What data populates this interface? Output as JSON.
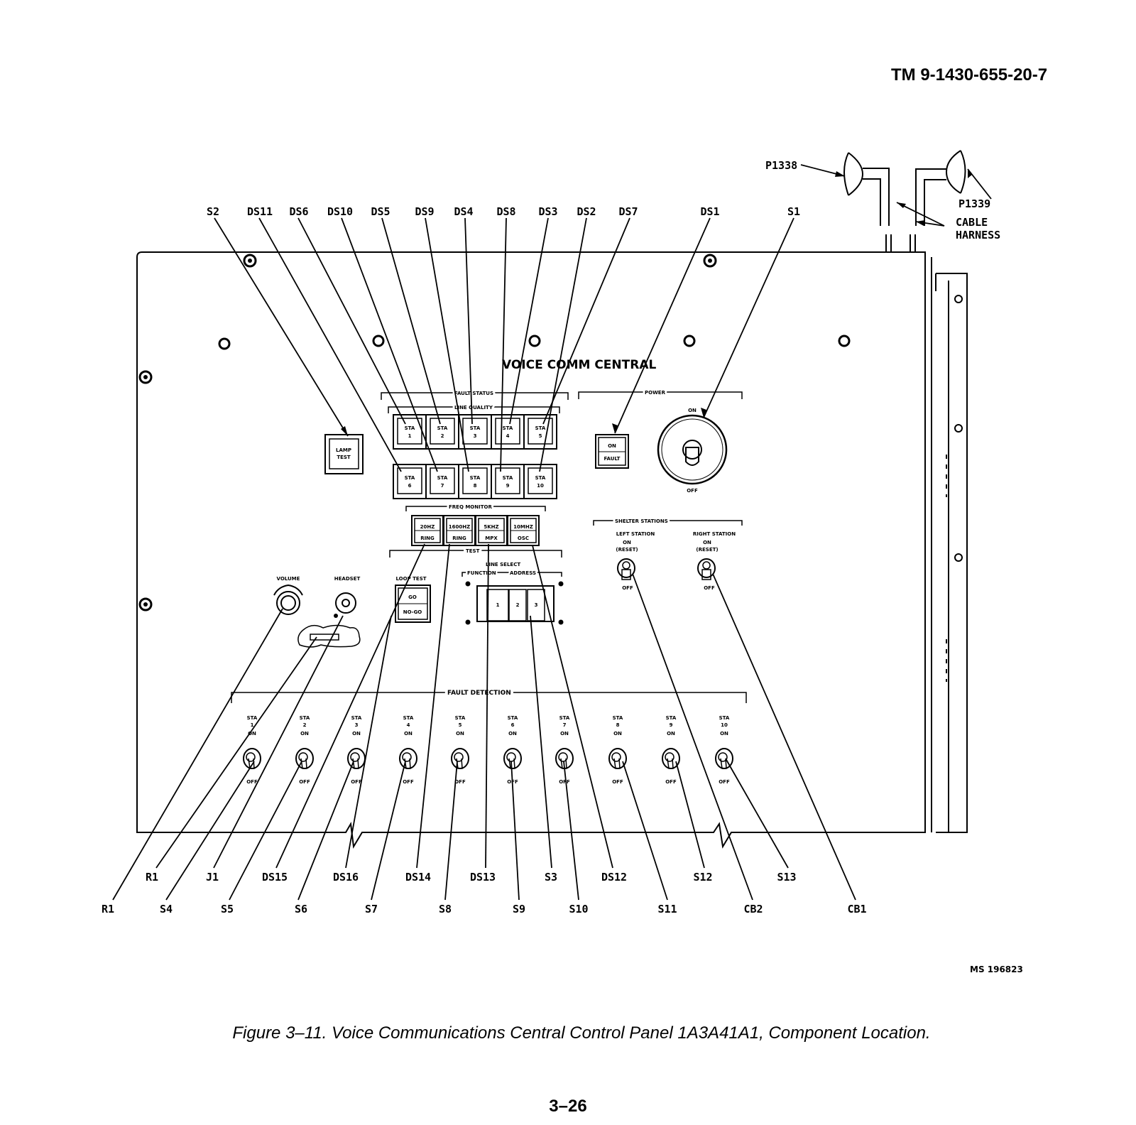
{
  "document": {
    "header": "TM 9-1430-655-20-7",
    "figure_id": "MS 196823",
    "caption": "Figure 3–11.  Voice Communications Central Control Panel 1A3A41A1, Component Location.",
    "page_number": "3–26"
  },
  "panel": {
    "title": "VOICE COMM CENTRAL",
    "fault_status_label": "FAULT STATUS",
    "line_quality_label": "LINE QUALITY",
    "power_label": "POWER",
    "power_on": "ON",
    "power_off": "OFF",
    "on_fault_top": "ON",
    "on_fault_bottom": "FAULT",
    "lamp_test_top": "LAMP",
    "lamp_test_bottom": "TEST",
    "freq_monitor_label": "FREQ MONITOR",
    "test_label": "TEST",
    "loop_test_label": "LOOP TEST",
    "go_label": "GO",
    "nogo_label": "NO-GO",
    "line_select_label": "LINE SELECT",
    "function_label": "FUNCTION",
    "address_label": "ADDRESS",
    "line_select_keys": [
      "1",
      "2",
      "3"
    ],
    "volume_label": "VOLUME",
    "headset_label": "HEADSET",
    "shelter_stations_label": "SHELTER STATIONS",
    "left_station_label": "LEFT STATION",
    "right_station_label": "RIGHT STATION",
    "station_on_label": "ON",
    "station_reset_label": "(RESET)",
    "station_off_label": "OFF",
    "fault_detection_label": "FAULT DETECTION",
    "sta_row1": [
      {
        "top": "STA",
        "num": "1"
      },
      {
        "top": "STA",
        "num": "2"
      },
      {
        "top": "STA",
        "num": "3"
      },
      {
        "top": "STA",
        "num": "4"
      },
      {
        "top": "STA",
        "num": "5"
      }
    ],
    "sta_row2": [
      {
        "top": "STA",
        "num": "6"
      },
      {
        "top": "STA",
        "num": "7"
      },
      {
        "top": "STA",
        "num": "8"
      },
      {
        "top": "STA",
        "num": "9"
      },
      {
        "top": "STA",
        "num": "10"
      }
    ],
    "freq_buttons": [
      {
        "top": "20HZ",
        "bottom": "RING"
      },
      {
        "top": "1600HZ",
        "bottom": "RING"
      },
      {
        "top": "5KHZ",
        "bottom": "MPX"
      },
      {
        "top": "10MHZ",
        "bottom": "OSC"
      }
    ],
    "fault_toggles": [
      {
        "sta": "STA",
        "num": "1",
        "on": "ON",
        "off": "OFF"
      },
      {
        "sta": "STA",
        "num": "2",
        "on": "ON",
        "off": "OFF"
      },
      {
        "sta": "STA",
        "num": "3",
        "on": "ON",
        "off": "OFF"
      },
      {
        "sta": "STA",
        "num": "4",
        "on": "ON",
        "off": "OFF"
      },
      {
        "sta": "STA",
        "num": "5",
        "on": "ON",
        "off": "OFF"
      },
      {
        "sta": "STA",
        "num": "6",
        "on": "ON",
        "off": "OFF"
      },
      {
        "sta": "STA",
        "num": "7",
        "on": "ON",
        "off": "OFF"
      },
      {
        "sta": "STA",
        "num": "8",
        "on": "ON",
        "off": "OFF"
      },
      {
        "sta": "STA",
        "num": "9",
        "on": "ON",
        "off": "OFF"
      },
      {
        "sta": "STA",
        "num": "10",
        "on": "ON",
        "off": "OFF"
      }
    ]
  },
  "callouts_top": [
    "S2",
    "DS11",
    "DS6",
    "DS10",
    "DS5",
    "DS9",
    "DS4",
    "DS8",
    "DS3",
    "DS2",
    "DS7",
    "DS1",
    "S1"
  ],
  "callouts_connectors": [
    "P1338",
    "P1339",
    "CABLE",
    "HARNESS"
  ],
  "callouts_bottom_upper": [
    "R1",
    "J1",
    "DS15",
    "DS16",
    "DS14",
    "DS13",
    "S3",
    "DS12",
    "S12",
    "S13"
  ],
  "callouts_bottom_lower": [
    "R1",
    "S4",
    "S5",
    "S6",
    "S7",
    "S8",
    "S9",
    "S10",
    "S11",
    "CB2",
    "CB1"
  ]
}
